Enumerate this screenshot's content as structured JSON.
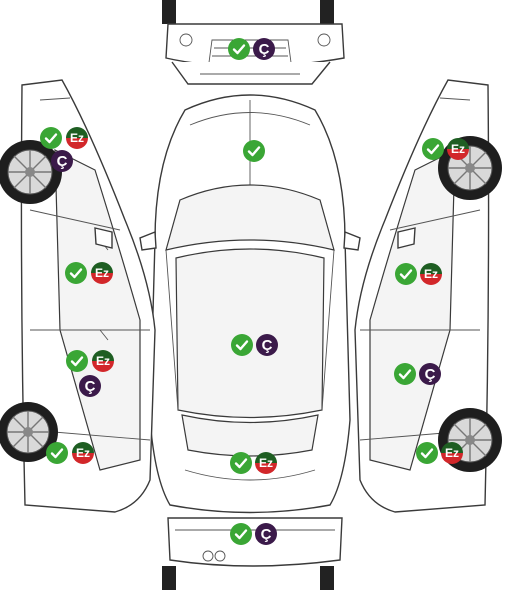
{
  "colors": {
    "ok": "#3aa635",
    "c_badge": "#3b1a4a",
    "ez_top": "#1e5e22",
    "ez_bottom": "#d2272a"
  },
  "badges": {
    "c_label": "Ç",
    "ez_label": "Ez",
    "ok_icon": "checkmark-icon"
  },
  "zones": [
    {
      "name": "front-bumper",
      "badges": [
        "ok",
        "c"
      ]
    },
    {
      "name": "hood",
      "badges": [
        "ok"
      ]
    },
    {
      "name": "roof",
      "badges": [
        "ok",
        "c"
      ]
    },
    {
      "name": "trunk",
      "badges": [
        "ok",
        "ez"
      ]
    },
    {
      "name": "rear-bumper",
      "badges": [
        "ok",
        "c"
      ]
    },
    {
      "name": "left-front-fender",
      "badges": [
        "ok",
        "ez",
        "c"
      ]
    },
    {
      "name": "left-front-door",
      "badges": [
        "ok",
        "ez"
      ]
    },
    {
      "name": "left-rear-door",
      "badges": [
        "ok",
        "ez",
        "c"
      ]
    },
    {
      "name": "left-rear-fender",
      "badges": [
        "ok",
        "ez"
      ]
    },
    {
      "name": "right-front-fender",
      "badges": [
        "ok",
        "ez"
      ]
    },
    {
      "name": "right-front-door",
      "badges": [
        "ok",
        "ez"
      ]
    },
    {
      "name": "right-rear-door",
      "badges": [
        "ok",
        "c"
      ]
    },
    {
      "name": "right-rear-fender",
      "badges": [
        "ok",
        "ez"
      ]
    }
  ]
}
